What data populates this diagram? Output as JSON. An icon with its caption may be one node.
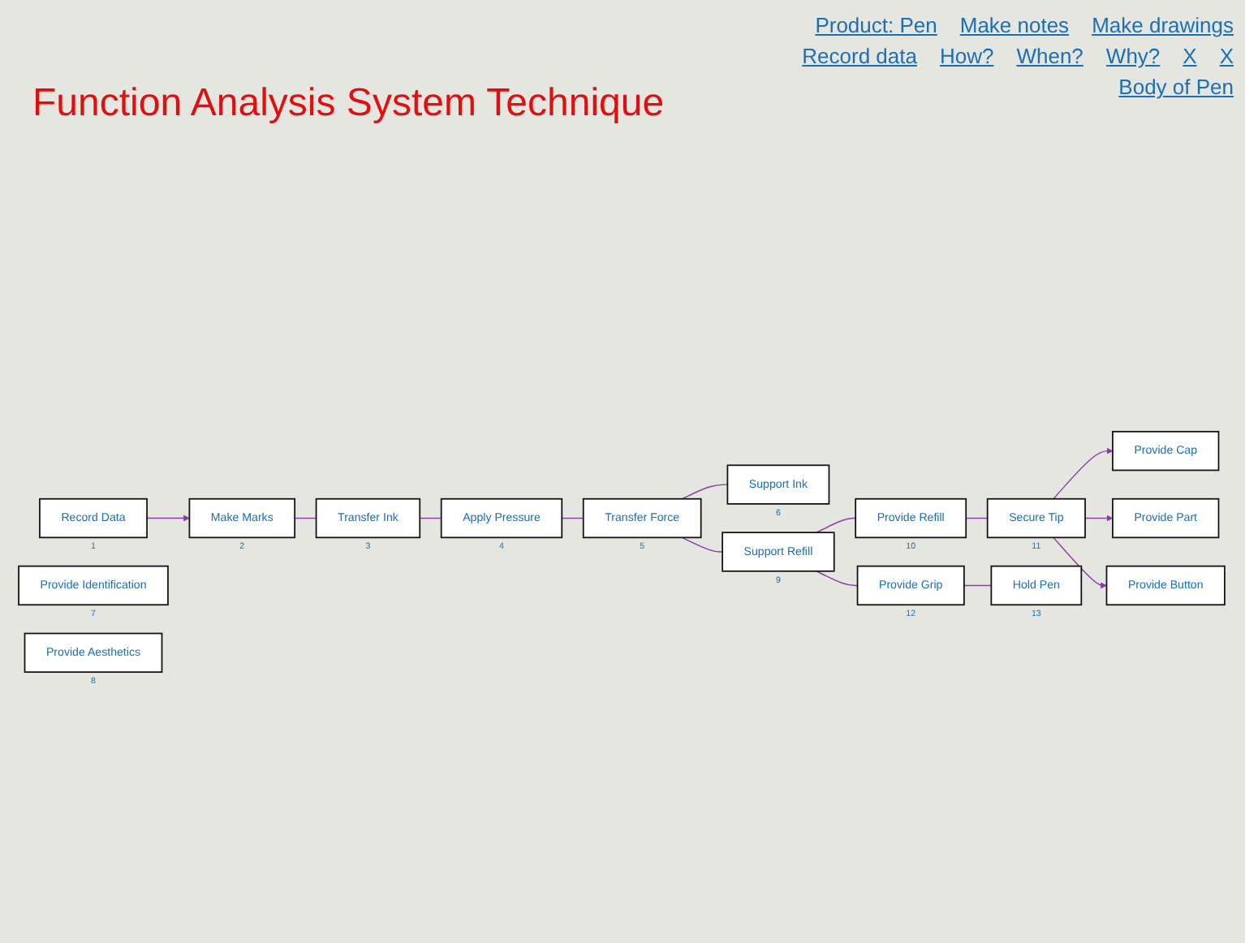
{
  "diagram": {
    "title": "Function Analysis System Technique",
    "nodes": [
      {
        "text": [
          "Record Data"
        ],
        "beside": [
          "1"
        ]
      },
      {
        "text": [
          "Make Marks"
        ],
        "beside": [
          "2"
        ]
      },
      {
        "text": [
          "Transfer Ink"
        ],
        "beside": [
          "3"
        ]
      },
      {
        "text": [
          "Apply Pressure"
        ],
        "beside": [
          "4"
        ]
      },
      {
        "text": [
          "Transfer Force"
        ],
        "beside": [
          "5"
        ]
      },
      {
        "text": [
          "Support Ink"
        ],
        "beside": [
          "6"
        ]
      },
      {
        "text": [
          "Provide Identification"
        ],
        "beside": [
          "7"
        ]
      },
      {
        "text": [
          "Provide Aesthetics"
        ],
        "beside": [
          "8"
        ]
      },
      {
        "text": [
          "Support Refill"
        ],
        "beside": [
          "9"
        ]
      },
      {
        "text": [
          "Provide Refill"
        ],
        "beside": [
          "10"
        ]
      },
      {
        "text": [
          "Secure Tip"
        ],
        "beside": [
          "11"
        ]
      },
      {
        "text": [
          "Provide Grip"
        ],
        "beside": [
          "12"
        ]
      },
      {
        "text": [
          "Hold Pen"
        ],
        "beside": [
          "13"
        ]
      },
      {
        "text": [
          "Provide Cap"
        ]
      },
      {
        "text": [
          "Provide Part"
        ]
      },
      {
        "text": [
          "Provide Button"
        ]
      }
    ],
    "edges": [
      {
        "from": 0,
        "to": 1,
        "arrow": "to"
      },
      {
        "from": 1,
        "to": 2,
        "arrow": "none"
      },
      {
        "from": 2,
        "to": 3,
        "arrow": "none"
      },
      {
        "from": 3,
        "to": 4,
        "arrow": "none"
      },
      {
        "from": 4,
        "to": 5,
        "arrow": "none"
      },
      {
        "from": 4,
        "to": 8,
        "arrow": "none"
      },
      {
        "from": 8,
        "to": 9,
        "arrow": "none"
      },
      {
        "from": 9,
        "to": 10,
        "arrow": "none"
      },
      {
        "from": 8,
        "to": 11,
        "arrow": "none"
      },
      {
        "from": 11,
        "to": 12,
        "arrow": "none"
      },
      {
        "from": 10,
        "to": 13,
        "arrow": "to"
      },
      {
        "from": 10,
        "to": 14,
        "arrow": "to"
      },
      {
        "from": 10,
        "to": 15,
        "arrow": "to"
      }
    ],
    "labels": [
      "Product: Pen",
      "Make notes",
      "Make drawings",
      "Record data",
      "How?",
      "When?",
      "Why?",
      "X",
      "X",
      "Body of Pen"
    ]
  }
}
